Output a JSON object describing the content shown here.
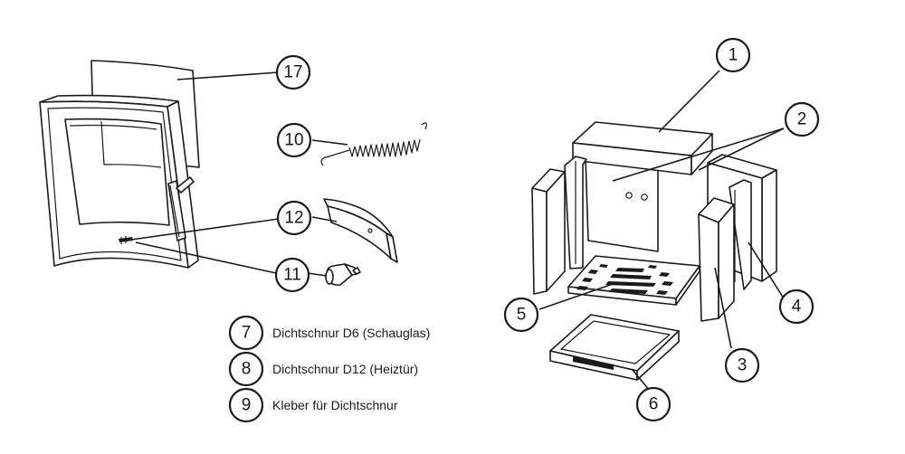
{
  "callouts": {
    "n1": "1",
    "n2": "2",
    "n3": "3",
    "n4": "4",
    "n5": "5",
    "n6": "6",
    "n10": "10",
    "n11": "11",
    "n12": "12",
    "n17": "17"
  },
  "legend": [
    {
      "number": "7",
      "label": "Dichtschnur D6 (Schauglas)"
    },
    {
      "number": "8",
      "label": "Dichtschnur D12 (Heiztür)"
    },
    {
      "number": "9",
      "label": "Kleber für Dichtschnur"
    }
  ]
}
